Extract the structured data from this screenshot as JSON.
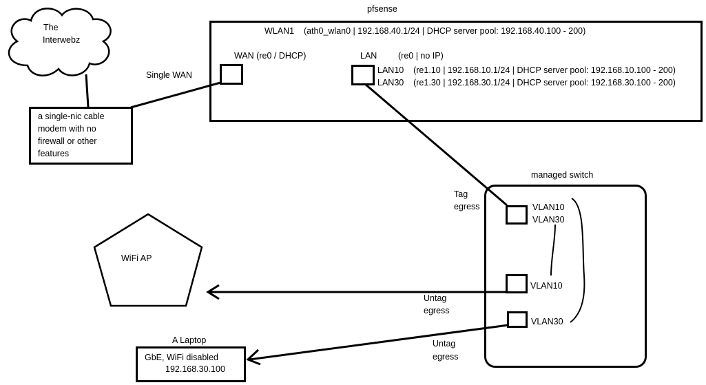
{
  "cloud": {
    "line1": "The",
    "line2": "Interwebz"
  },
  "modem": {
    "lines": [
      "a single-nic cable",
      "modem with no",
      "firewall or other",
      "features"
    ]
  },
  "links": {
    "wan": "Single WAN",
    "tag_egress": [
      "Tag",
      "egress"
    ],
    "untag_egress_ap": [
      "Untag",
      "egress"
    ],
    "untag_egress_laptop": [
      "Untag",
      "egress"
    ]
  },
  "pfsense": {
    "title": "pfsense",
    "wlan1": "WLAN1    (ath0_wlan0 | 192.168.40.1/24 | DHCP server pool: 192.168.40.100 - 200)",
    "wan_port": "WAN (re0 / DHCP)",
    "lan_label": "LAN",
    "lan_desc": "(re0 | no IP)",
    "lan10": "LAN10    (re1.10 | 192.168.10.1/24 | DHCP server pool: 192.168.10.100 - 200)",
    "lan30": "LAN30    (re1.30 | 192.168.30.1/24 | DHCP server pool: 192.168.30.100 - 200)"
  },
  "switch": {
    "title": "managed switch",
    "trunk_vlan10": "VLAN10",
    "trunk_vlan30": "VLAN30",
    "port_vlan10": "VLAN10",
    "port_vlan30": "VLAN30"
  },
  "wifi_ap": {
    "label": "WiFi AP"
  },
  "laptop": {
    "title": "A Laptop",
    "line1": "GbE, WiFi disabled",
    "line2": "192.168.30.100"
  }
}
